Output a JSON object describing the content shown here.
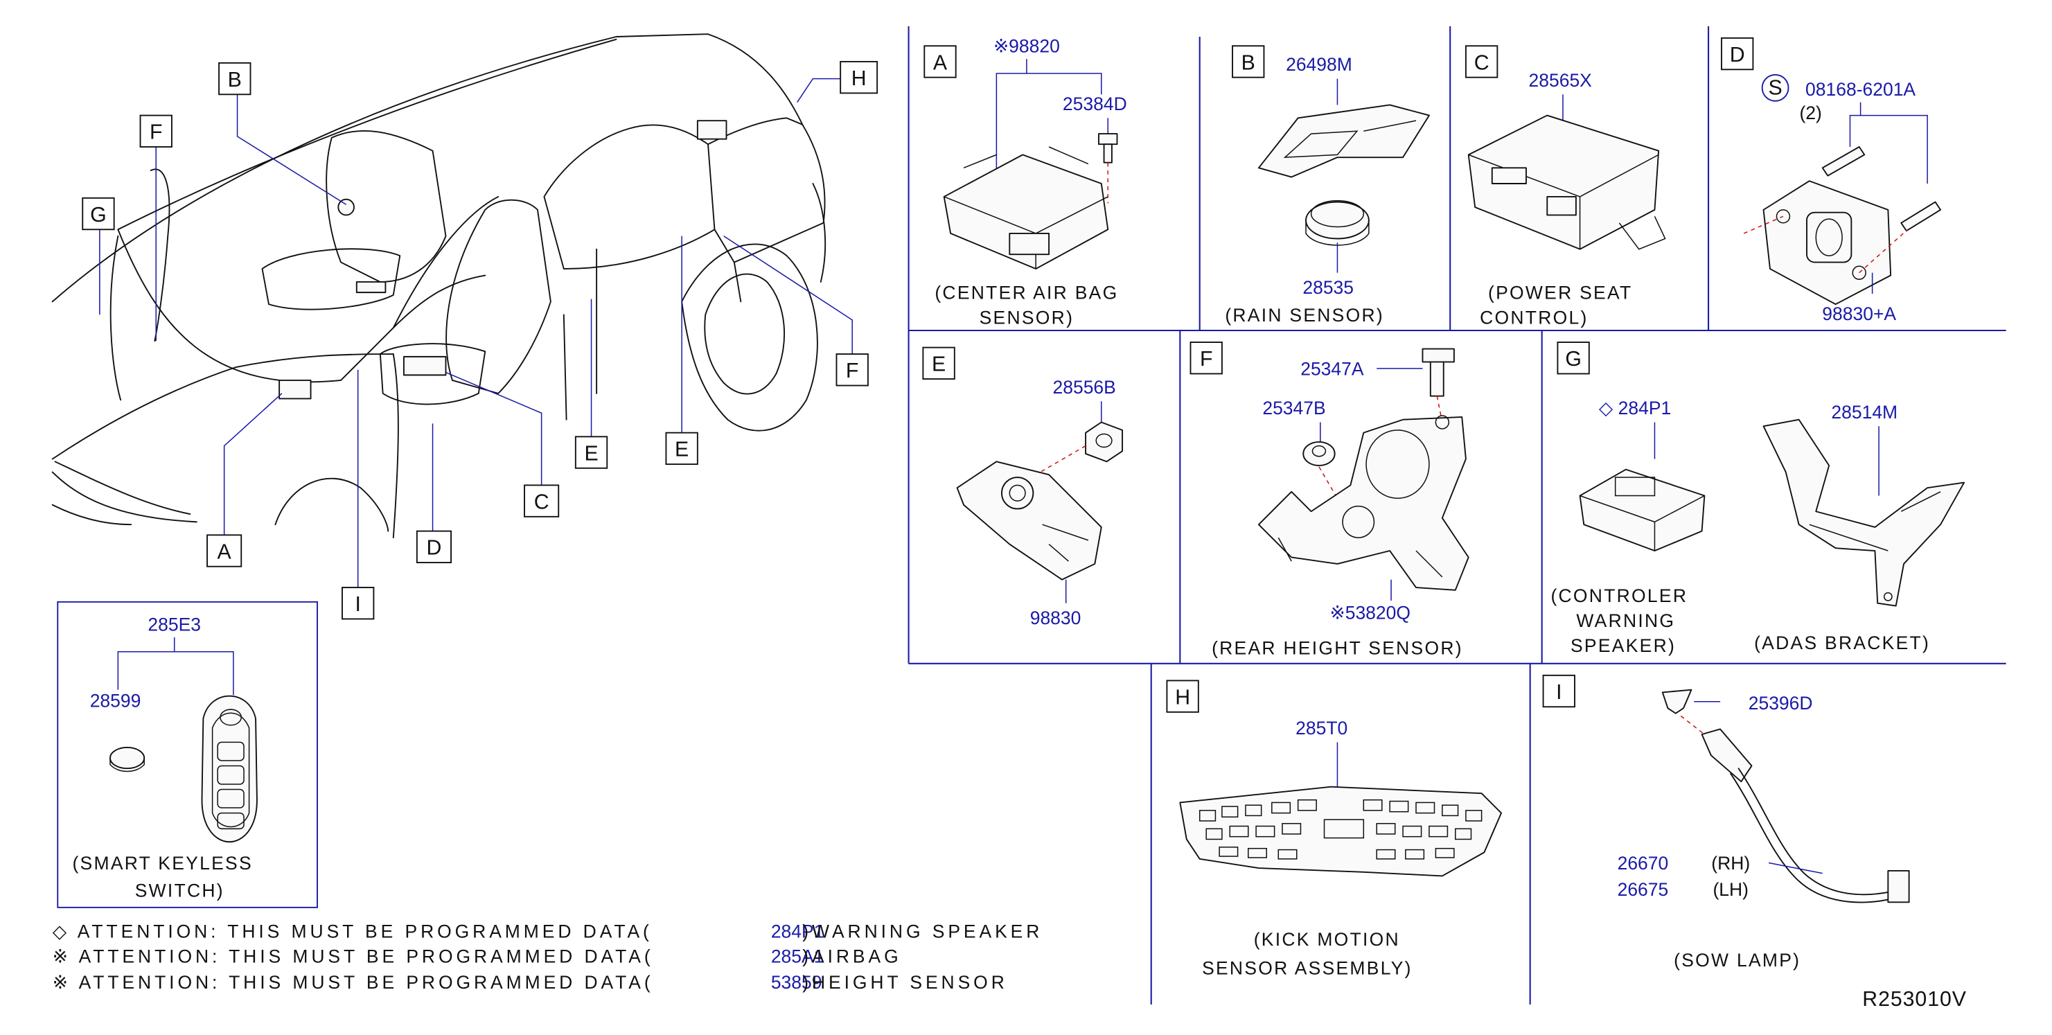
{
  "overview": {
    "callouts": [
      "B",
      "F",
      "G",
      "H",
      "F",
      "E",
      "E",
      "A",
      "I",
      "D",
      "C"
    ]
  },
  "panels": {
    "A": {
      "letter": "A",
      "part_numbers": [
        "※98820",
        "25384D"
      ],
      "caption": [
        "(CENTER AIR BAG",
        "SENSOR)"
      ]
    },
    "B": {
      "letter": "B",
      "part_numbers": [
        "26498M",
        "28535"
      ],
      "caption": [
        "(RAIN SENSOR)"
      ]
    },
    "C": {
      "letter": "C",
      "part_numbers": [
        "28565X"
      ],
      "caption": [
        "(POWER SEAT",
        "CONTROL)"
      ]
    },
    "D": {
      "letter": "D",
      "part_numbers": [
        "08168-6201A",
        "(2)",
        "98830+A"
      ],
      "bolt_symbol": "S"
    },
    "E": {
      "letter": "E",
      "part_numbers": [
        "28556B",
        "98830"
      ]
    },
    "F": {
      "letter": "F",
      "part_numbers": [
        "25347A",
        "25347B",
        "※53820Q"
      ],
      "caption": [
        "(REAR HEIGHT SENSOR)"
      ]
    },
    "G": {
      "letter": "G",
      "part_numbers": [
        "◇ 284P1",
        "28514M"
      ],
      "caption": [
        "(CONTROLER",
        "WARNING",
        "SPEAKER)",
        "(ADAS BRACKET)"
      ]
    },
    "H": {
      "letter": "H",
      "part_numbers": [
        "285T0"
      ],
      "caption": [
        "(KICK MOTION",
        "SENSOR ASSEMBLY)"
      ]
    },
    "I": {
      "letter": "I",
      "part_numbers": [
        "25396D",
        "26670",
        "26675"
      ],
      "side_labels": [
        "(RH)",
        "(LH)"
      ],
      "caption": [
        "(SOW LAMP)"
      ]
    }
  },
  "keyless": {
    "part_numbers": [
      "285E3",
      "28599"
    ],
    "caption": [
      "(SMART KEYLESS",
      "SWITCH)"
    ]
  },
  "attention_notes": [
    {
      "text": "◇ ATTENTION: THIS MUST BE PROGRAMMED DATA(",
      "code": "284P1",
      "desc": ")WARNING SPEAKER"
    },
    {
      "text": "※ ATTENTION: THIS MUST BE PROGRAMMED DATA(",
      "code": "285A1",
      "desc": ")AIRBAG"
    },
    {
      "text": "※ ATTENTION: THIS MUST BE PROGRAMMED DATA(",
      "code": "53859",
      "desc": ")HEIGHT SENSOR"
    }
  ],
  "diagram_id": "R253010V",
  "colors": {
    "part_number": "#1a1aa8",
    "frame": "#1a1aa8",
    "reference_line": "#d01010",
    "ink": "#111111"
  }
}
